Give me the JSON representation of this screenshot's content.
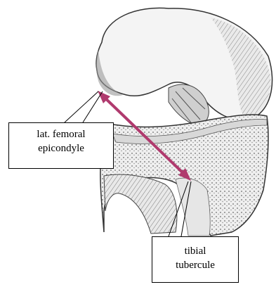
{
  "labels": {
    "femoral": [
      "lat. femoral",
      "epicondyle"
    ],
    "tibial": [
      "tibial",
      "tubercule"
    ]
  },
  "colors": {
    "measurement_line": "#b03a6e",
    "pointer": "#000000",
    "bone_fill": "#f2f2f2",
    "bone_shade": "#8a8a8a"
  }
}
